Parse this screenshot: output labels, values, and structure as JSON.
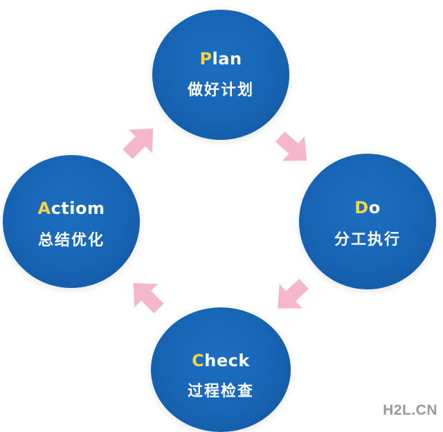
{
  "colors": {
    "circle_fill": "#1764b4",
    "initial_letter": "#f3d54a",
    "text": "#ffffff",
    "arrow": "#f6b7cc",
    "watermark": "#9a9a9a"
  },
  "nodes": {
    "plan": {
      "initial": "P",
      "rest": "lan",
      "subtitle": "做好计划"
    },
    "do": {
      "initial": "D",
      "rest": "o",
      "subtitle": "分工执行"
    },
    "check": {
      "initial": "C",
      "rest": "heck",
      "subtitle": "过程检查"
    },
    "action": {
      "initial": "A",
      "rest": "ctiom",
      "subtitle": "总结优化"
    }
  },
  "arrows": [
    {
      "icon": "arrow-down-right-icon",
      "from": "plan",
      "to": "do"
    },
    {
      "icon": "arrow-down-left-icon",
      "from": "do",
      "to": "check"
    },
    {
      "icon": "arrow-up-left-icon",
      "from": "check",
      "to": "action"
    },
    {
      "icon": "arrow-up-right-icon",
      "from": "action",
      "to": "plan"
    }
  ],
  "watermark": "H2L.CN"
}
